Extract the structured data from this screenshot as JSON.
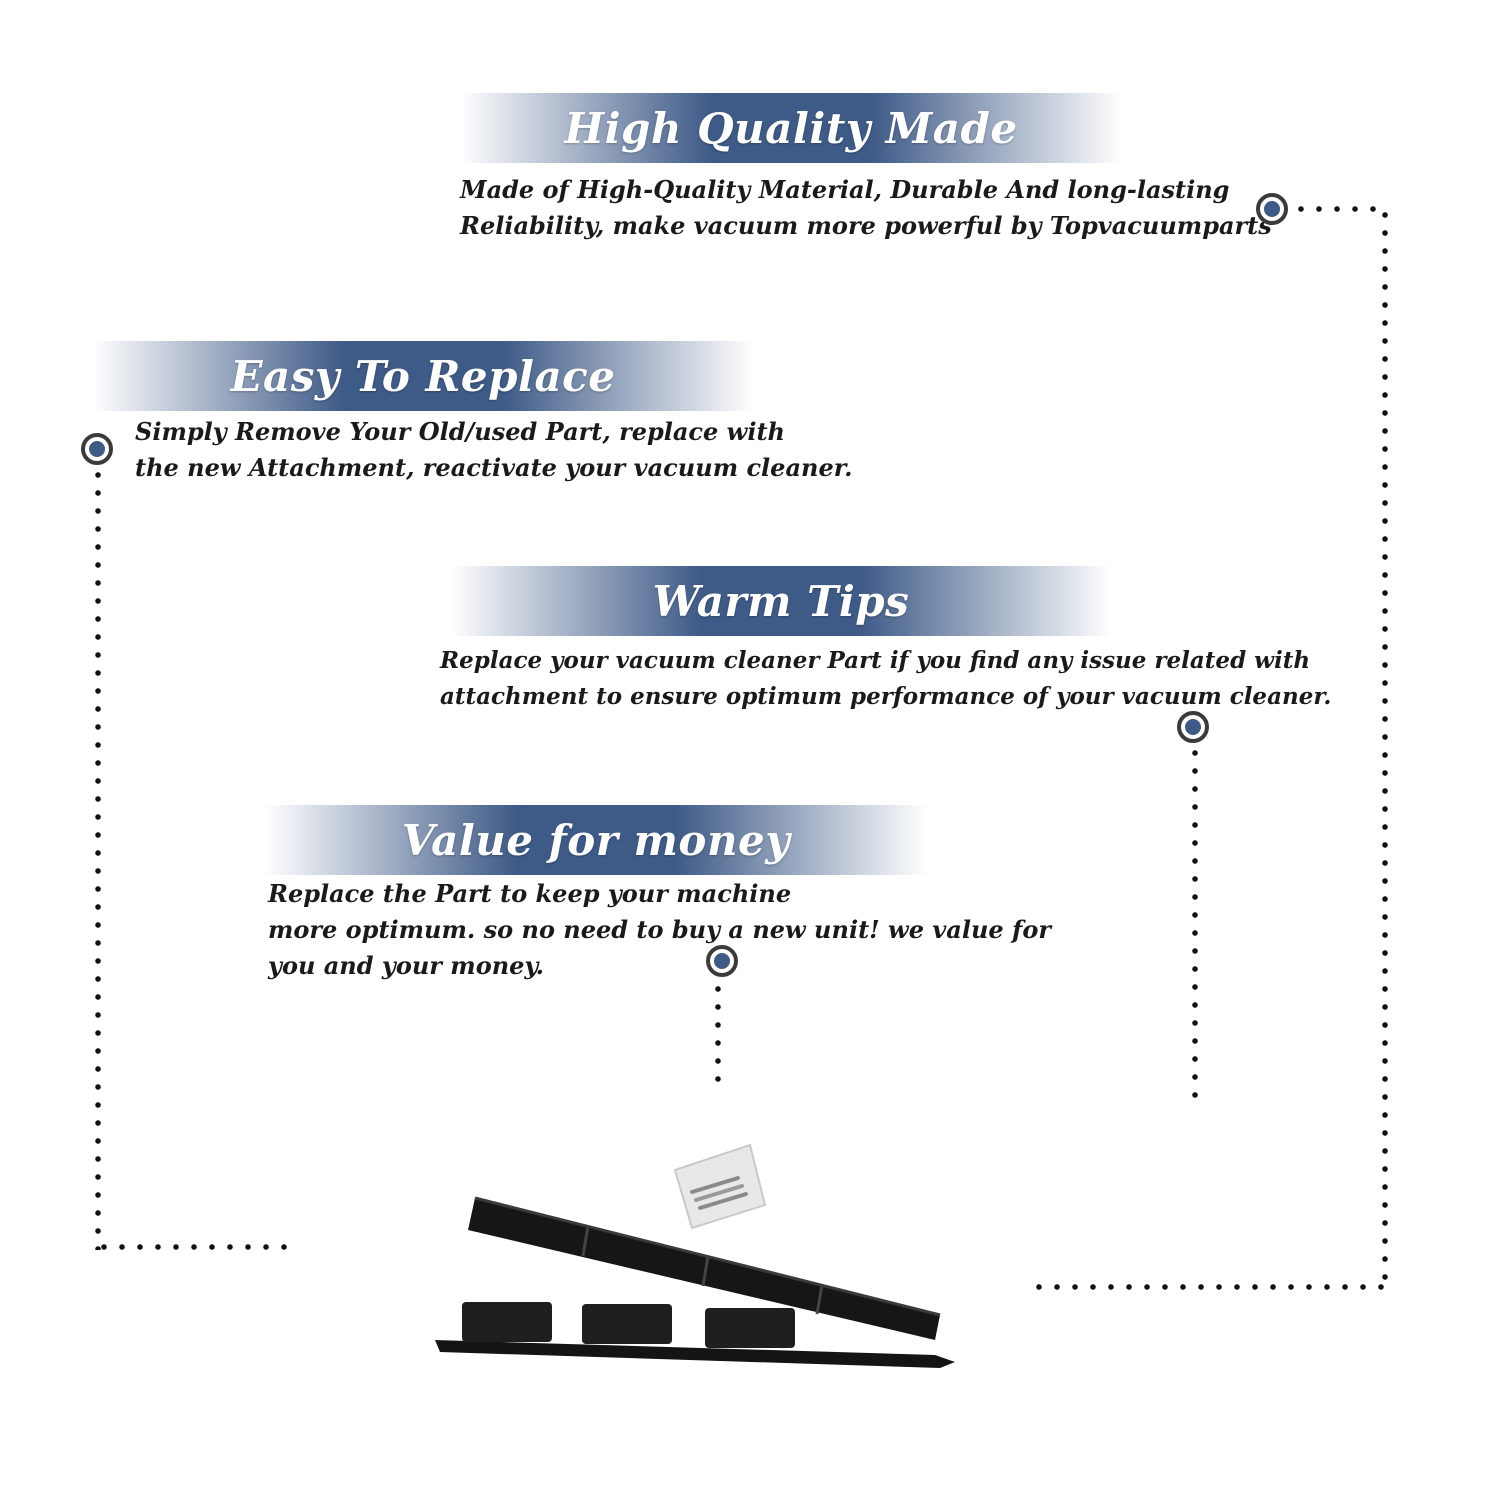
{
  "colors": {
    "banner": "#3e5a87",
    "text": "#1a1a1a",
    "dots": "#111111"
  },
  "features": [
    {
      "title": "High Quality Made",
      "lines": [
        "Made of  High-Quality Material, Durable And long-lasting",
        "Reliability, make vacuum more powerful by Topvacuumparts"
      ]
    },
    {
      "title": "Easy To Replace",
      "lines": [
        "Simply Remove Your Old/used Part, replace with",
        "the new Attachment, reactivate your vacuum cleaner."
      ]
    },
    {
      "title": "Warm Tips",
      "lines": [
        "Replace your vacuum cleaner Part if you find any issue related with",
        " attachment to ensure optimum performance of your vacuum cleaner."
      ]
    },
    {
      "title": "Value for money",
      "lines": [
        "Replace the Part to keep your machine",
        "more optimum. so no need to buy a new unit! we value for",
        "you and your money."
      ]
    }
  ],
  "product_image": {
    "name": "vacuum-brush-strip-with-screws"
  }
}
